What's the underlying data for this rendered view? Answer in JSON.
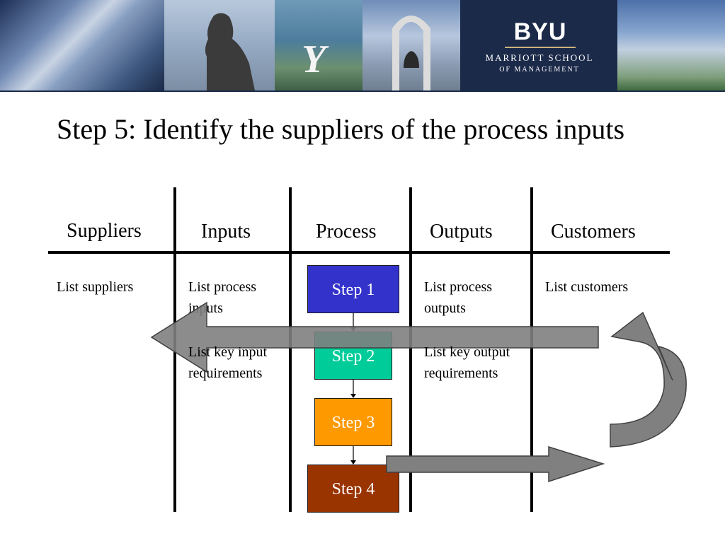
{
  "header": {
    "logo_text": "BYU",
    "school_line1": "MARRIOTT SCHOOL",
    "school_line2": "OF MANAGEMENT"
  },
  "title": "Step 5: Identify the suppliers of the process inputs",
  "columns": [
    "Suppliers",
    "Inputs",
    "Process",
    "Outputs",
    "Customers"
  ],
  "cells": {
    "suppliers": "List suppliers",
    "inputs_1": "List process inputs",
    "inputs_2": "List key input requirements",
    "outputs_1": "List process outputs",
    "outputs_2": "List key output requirements",
    "customers": "List customers"
  },
  "steps": [
    {
      "label": "Step 1",
      "color": "#3333cc"
    },
    {
      "label": "Step 2",
      "color": "#00cc99"
    },
    {
      "label": "Step 3",
      "color": "#ff9900"
    },
    {
      "label": "Step 4",
      "color": "#993300"
    }
  ],
  "colors": {
    "arrow_fill": "#808080",
    "arrow_stroke": "#404040",
    "banner_navy": "#1c2a4a"
  }
}
